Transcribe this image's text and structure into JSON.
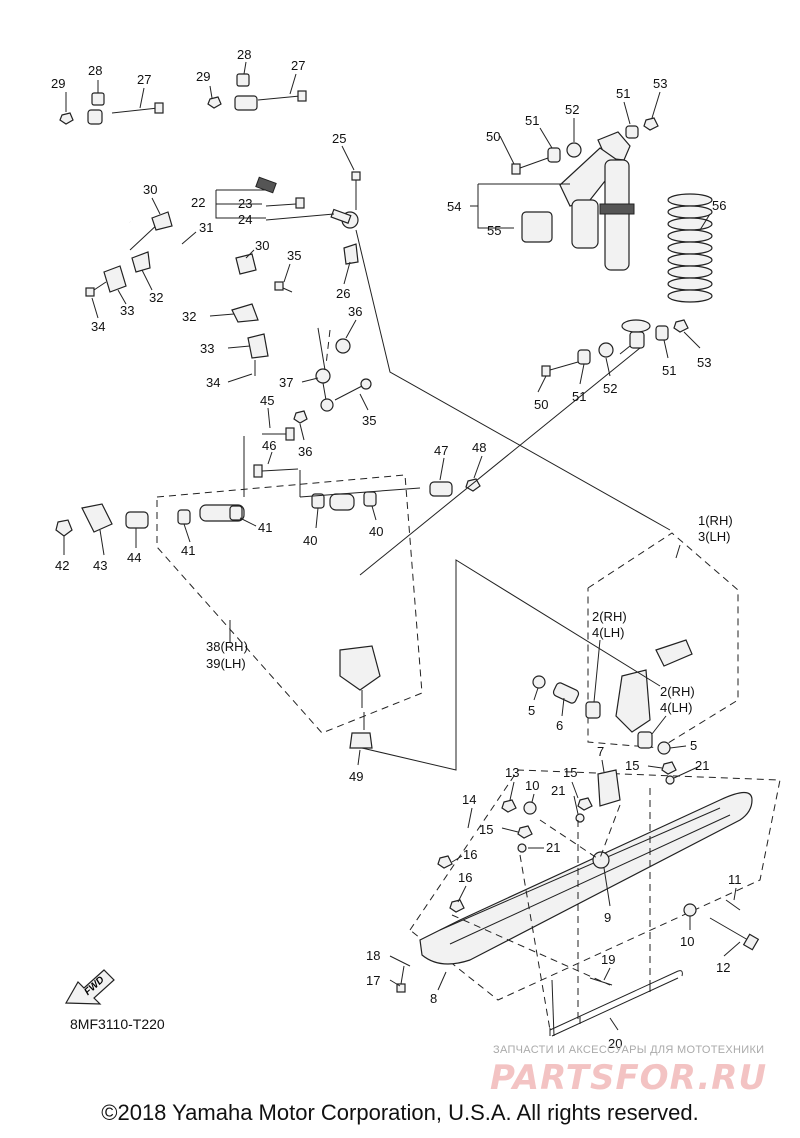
{
  "labels": {
    "p29a": "29",
    "p28a": "28",
    "p27a": "27",
    "p29b": "29",
    "p28b": "28",
    "p27b": "27",
    "p25": "25",
    "p22": "22",
    "p23": "23",
    "p24": "24",
    "p26": "26",
    "p30a": "30",
    "p31": "31",
    "p32a": "32",
    "p33a": "33",
    "p34a": "34",
    "p30b": "30",
    "p35a": "35",
    "p32b": "32",
    "p33b": "33",
    "p34b": "34",
    "p36a": "36",
    "p37": "37",
    "p35b": "35",
    "p36b": "36",
    "p45": "45",
    "p46": "46",
    "p47": "47",
    "p48": "48",
    "p41a": "41",
    "p41b": "41",
    "p40a": "40",
    "p40b": "40",
    "p42": "42",
    "p43": "43",
    "p44": "44",
    "p38": "38(RH)",
    "p39": "39(LH)",
    "p49": "49",
    "p50a": "50",
    "p51a": "51",
    "p52a": "52",
    "p51b": "51",
    "p53a": "53",
    "p54": "54",
    "p55": "55",
    "p56": "56",
    "p50b": "50",
    "p51c": "51",
    "p52b": "52",
    "p51d": "51",
    "p53b": "53",
    "p1": "1(RH)",
    "p3": "3(LH)",
    "p2a": "2(RH)",
    "p4a": "4(LH)",
    "p2b": "2(RH)",
    "p4b": "4(LH)",
    "p5a": "5",
    "p6": "6",
    "p5b": "5",
    "p7": "7",
    "p13": "13",
    "p10a": "10",
    "p15a": "15",
    "p21a": "21",
    "p15b": "15",
    "p21b": "21",
    "p14": "14",
    "p15c": "15",
    "p16a": "16",
    "p21c": "21",
    "p16b": "16",
    "p9": "9",
    "p11": "11",
    "p10b": "10",
    "p12": "12",
    "p18": "18",
    "p17": "17",
    "p8": "8",
    "p19": "19",
    "p20": "20"
  },
  "fwd_label": "FWD",
  "diagram_ref": "8MF3110-T220",
  "watermark_small": "ЗАПЧАСТИ И АКСЕССУАРЫ ДЛЯ МОТОТЕХНИКИ",
  "watermark_logo": "PARTSFOR.RU",
  "copyright": "©2018 Yamaha Motor Corporation, U.S.A. All rights reserved."
}
